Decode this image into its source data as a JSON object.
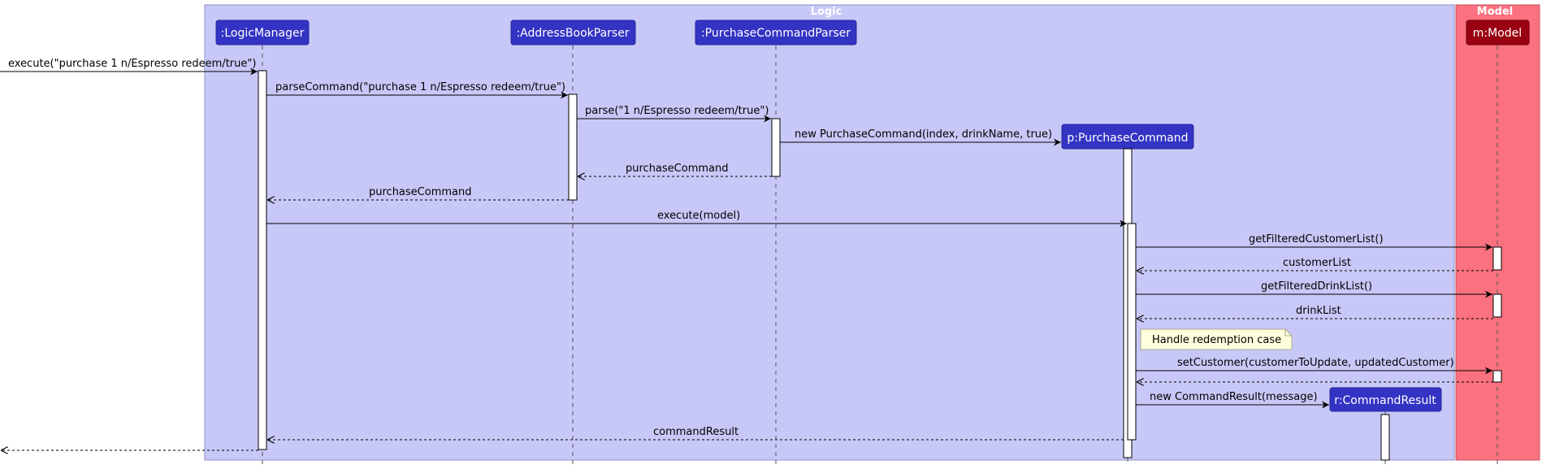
{
  "packages": {
    "logic": {
      "title": "Logic",
      "fill": "#C8C8F8",
      "stroke": "#9090C8"
    },
    "model": {
      "title": "Model",
      "fill": "#FA717F",
      "stroke": "#C8505C"
    }
  },
  "colors": {
    "participant_fill": "#3333C4",
    "model_participant_fill": "#990011",
    "activation_fill": "#ffffff",
    "note_fill": "#FEFFDD"
  },
  "participants": {
    "logic_manager": ":LogicManager",
    "address_book_parser": ":AddressBookParser",
    "purchase_command_parser": ":PurchaseCommandParser",
    "purchase_command": "p:PurchaseCommand",
    "command_result": "r:CommandResult",
    "model": "m:Model"
  },
  "messages": {
    "m1": "execute(\"purchase 1 n/Espresso redeem/true\")",
    "m2": "parseCommand(\"purchase 1 n/Espresso redeem/true\")",
    "m3": "parse(\"1 n/Espresso redeem/true\")",
    "m4": "new PurchaseCommand(index, drinkName, true)",
    "m5": "purchaseCommand",
    "m6": "purchaseCommand",
    "m7": "execute(model)",
    "m8": "getFilteredCustomerList()",
    "m9": "customerList",
    "m10": "getFilteredDrinkList()",
    "m11": "drinkList",
    "m12": "setCustomer(customerToUpdate, updatedCustomer)",
    "m13": "new CommandResult(message)",
    "m14": "commandResult"
  },
  "note": {
    "text": "Handle redemption case"
  }
}
